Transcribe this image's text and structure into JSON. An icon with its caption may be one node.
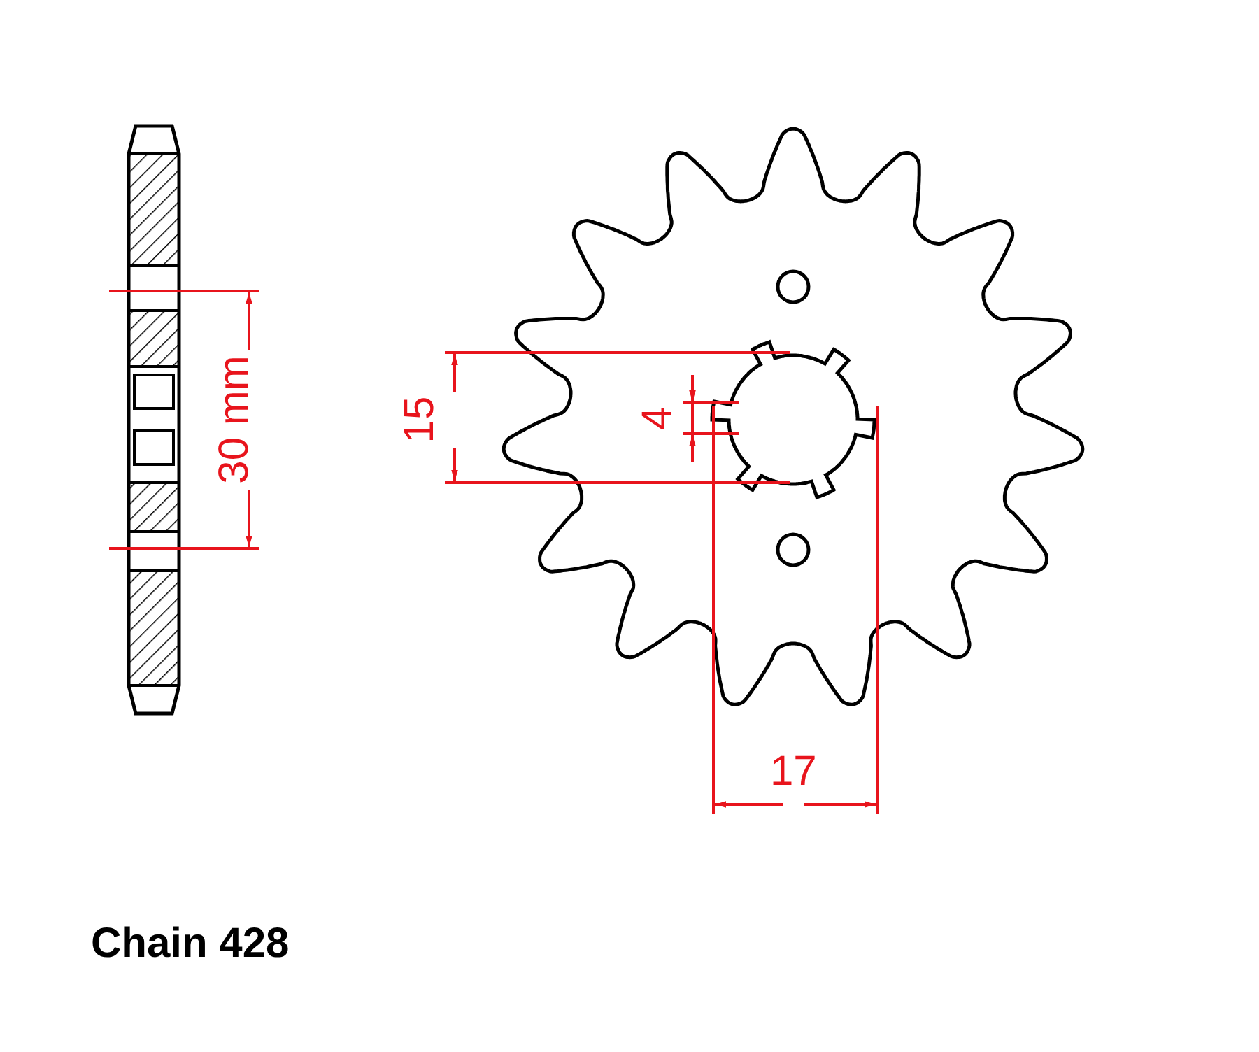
{
  "diagram": {
    "labels": [
      "30 mm",
      "15",
      "4",
      "17",
      "Chain 428"
    ]
  }
}
